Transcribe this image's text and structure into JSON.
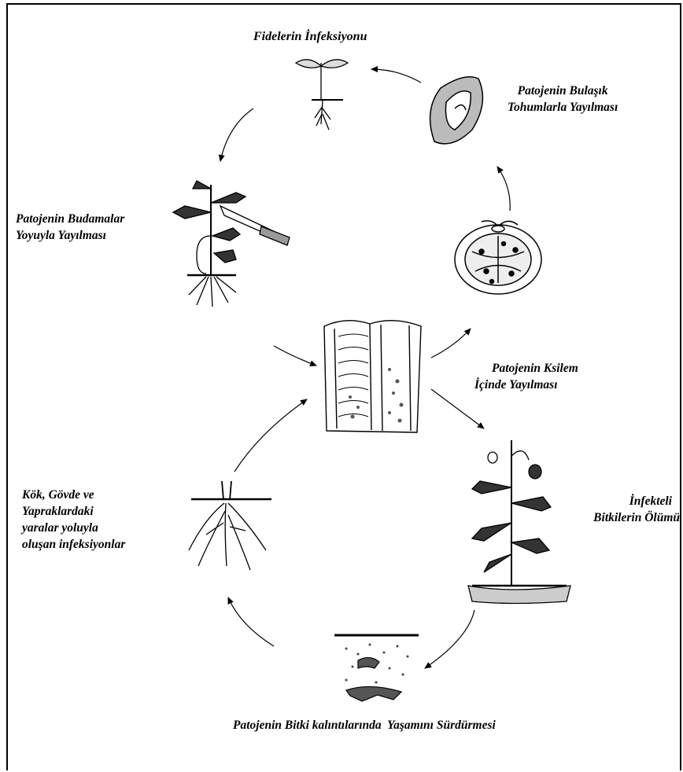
{
  "diagram": {
    "labels": {
      "seedling_infection": "Fidelerin İnfeksiyonu",
      "seed_spread": [
        "Patojenin Bulaşık",
        "Tohumlarla Yayılması"
      ],
      "pruning_spread": [
        "Patojenin Budamalar",
        "Yoyuyla Yayılması"
      ],
      "xylem_spread": [
        "Patojenin Ksilem",
        "İçinde Yayılması"
      ],
      "plant_death": [
        "İnfekteli",
        "Bitkilerin Ölümü"
      ],
      "wound_infection": [
        "Kök, Gövde ve",
        "Yapraklardaki",
        "yaralar yoluyla",
        "oluşan infeksiyonlar"
      ],
      "debris_survival": "Patojenin Bitki kalıntılarında  Yaşamını Sürdürmesi"
    },
    "illustrations": [
      "seedling-illustration",
      "seed-illustration",
      "pruned-plant-illustration",
      "tomato-fruit-illustration",
      "xylem-vessel-illustration",
      "wilted-plant-illustration",
      "roots-illustration",
      "plant-debris-illustration"
    ]
  }
}
